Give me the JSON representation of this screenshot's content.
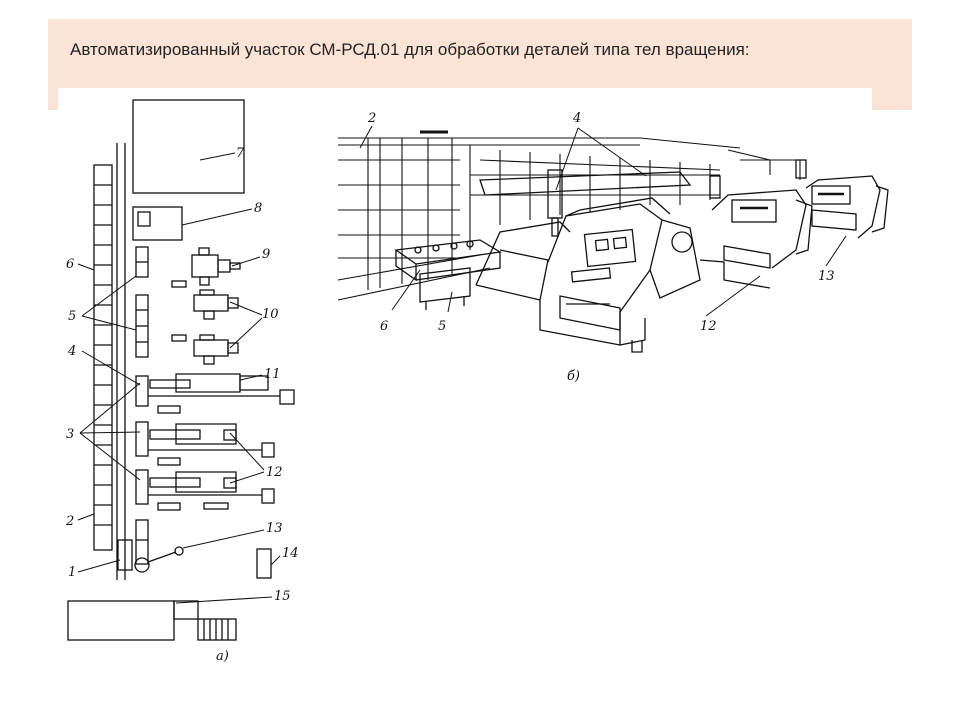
{
  "slide": {
    "title": "Автоматизированный участок СМ-РСД.01 для обработки деталей типа тел вращения:"
  },
  "diagram_a": {
    "caption": "а)",
    "labels": {
      "l1": "1",
      "l2": "2",
      "l3": "3",
      "l4": "4",
      "l5": "5",
      "l6": "6",
      "l7": "7",
      "l8": "8",
      "l9": "9",
      "l10": "10",
      "l11": "11",
      "l12": "12",
      "l13": "13",
      "l14": "14",
      "l15": "15"
    }
  },
  "diagram_b": {
    "caption": "б)",
    "labels": {
      "l2": "2",
      "l4": "4",
      "l5": "5",
      "l6": "6",
      "l12": "12",
      "l13": "13"
    }
  },
  "colors": {
    "banner": "#fbe4d5",
    "ink": "#111111"
  }
}
